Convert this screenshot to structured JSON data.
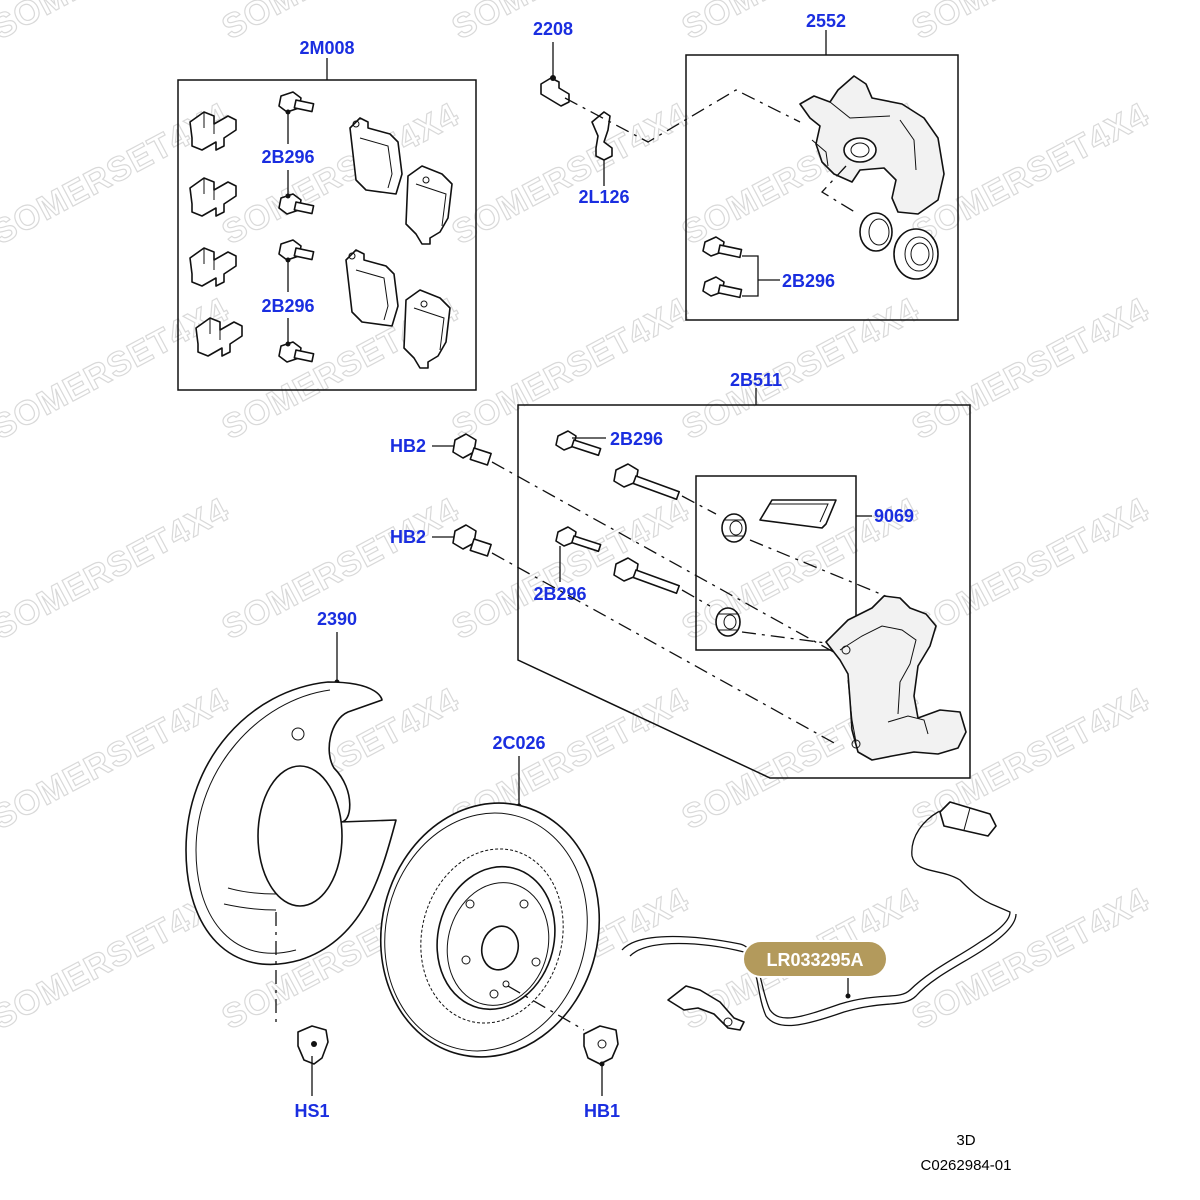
{
  "colors": {
    "label": "#1a2ee0",
    "highlight_bg": "#b39a5c",
    "highlight_text": "#ffffff"
  },
  "watermark": "SOMERSET4X4",
  "labels": {
    "pad_kit": "2M008",
    "bleed_screw": "2208",
    "caliper": "2552",
    "bolt_a": "2B296",
    "bolt_b": "2B296",
    "bleed_cap": "2L126",
    "caliper_bolts": "2B296",
    "carrier": "2B511",
    "hb2_top": "HB2",
    "hb2_bottom": "HB2",
    "carrier_bolt_top": "2B296",
    "carrier_bolt_bottom": "2B296",
    "grease_kit": "9069",
    "shield": "2390",
    "disc": "2C026",
    "sensor_highlight": "LR033295A",
    "hs1": "HS1",
    "hb1": "HB1"
  },
  "footer": {
    "view": "3D",
    "code": "C0262984-01"
  }
}
